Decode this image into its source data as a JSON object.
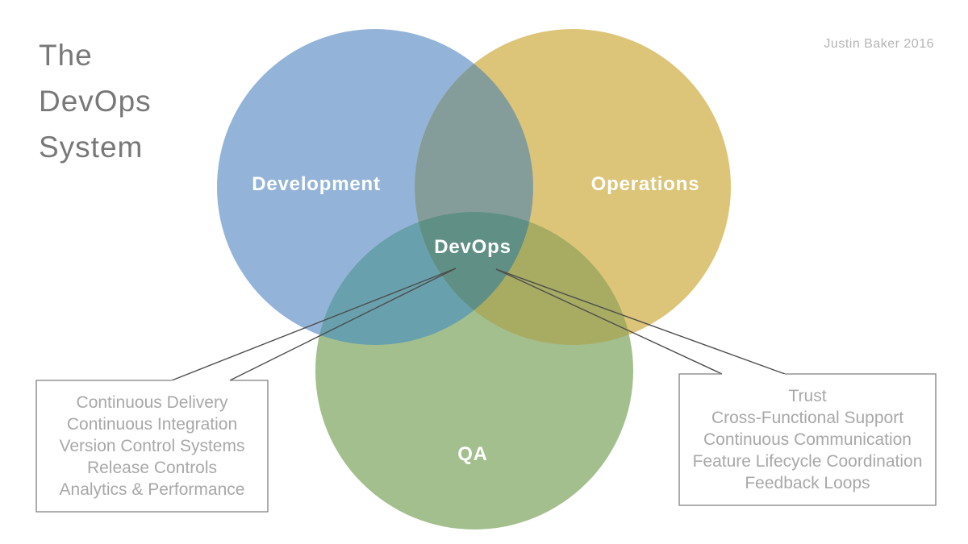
{
  "slide": {
    "title_lines": [
      "The",
      "DevOps",
      "System"
    ],
    "credit": "Justin Baker 2016"
  },
  "venn": {
    "sets": [
      {
        "label": "Development",
        "color": "#93b4d8"
      },
      {
        "label": "Operations",
        "color": "#dcc478"
      },
      {
        "label": "QA",
        "color": "#a3bf8e"
      }
    ],
    "overlaps": {
      "dev_ops": "#849d9b",
      "dev_qa": "#68a1ad",
      "ops_qa": "#a8ab62",
      "center": "#5f8f85"
    },
    "center_label": "DevOps"
  },
  "callouts": {
    "left": {
      "items": [
        "Continuous Delivery",
        "Continuous Integration",
        "Version Control Systems",
        "Release Controls",
        "Analytics & Performance"
      ]
    },
    "right": {
      "items": [
        "Trust",
        "Cross-Functional Support",
        "Continuous Communication",
        "Feature Lifecycle Coordination",
        "Feedback Loops"
      ]
    }
  }
}
